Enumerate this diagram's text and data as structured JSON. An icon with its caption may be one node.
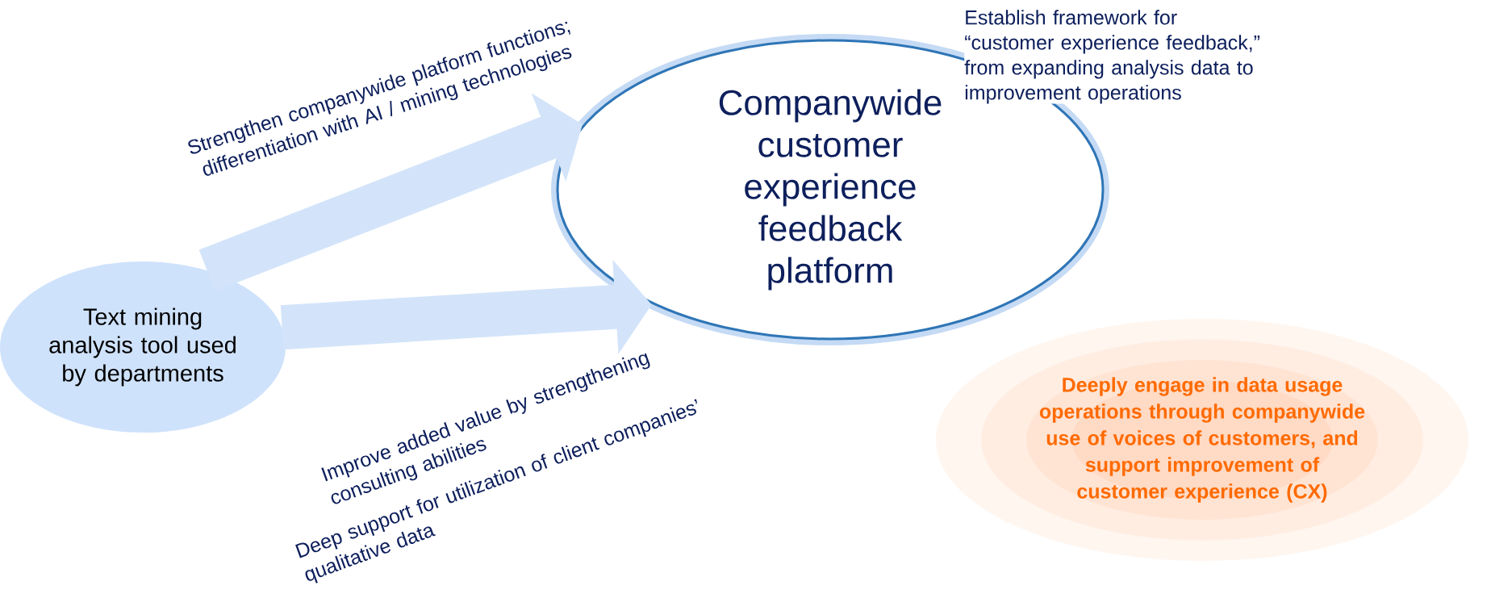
{
  "diagram": {
    "nodes": [
      {
        "text": [
          "Text mining analysis tool used by departments"
        ]
      },
      {
        "text": [
          "Companywide customer experience feedback platform"
        ]
      },
      {
        "text": [
          "Deeply engage in data usage operations through companywide use of voices of customers, and",
          "support improvement of customer experience (CX)"
        ]
      }
    ],
    "edges": [
      {
        "from": 0,
        "to": 1,
        "arrow": "to",
        "label": "Strengthen companywide platform functions; differentiation with AI / mining technologies"
      },
      {
        "from": 0,
        "to": 1,
        "arrow": "to",
        "label": "Improve added value by strengthening consulting abilities"
      }
    ],
    "labels": [
      "Establish framework for “customer experience feedback,” from expanding analysis data to improvement operations",
      "Deep support for utilization of client companies’ qualitative data"
    ]
  }
}
